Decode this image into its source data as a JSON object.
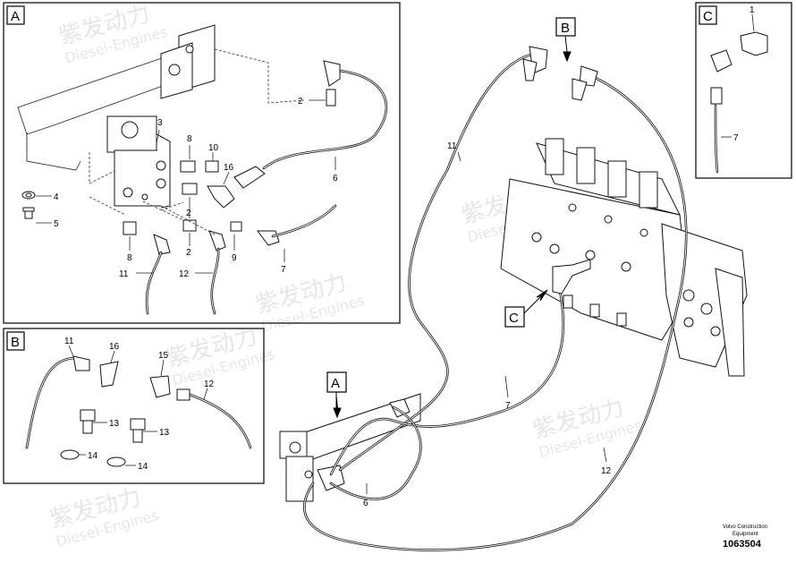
{
  "watermark": {
    "brand_cn": "紫发动力",
    "brand_en": "Diesel-Engines"
  },
  "callouts": {
    "A": "A",
    "B": "B",
    "C": "C"
  },
  "detail_a": {
    "label": "A",
    "parts": {
      "p2a": "2",
      "p3": "3",
      "p4": "4",
      "p5": "5",
      "p6": "6",
      "p7": "7",
      "p8a": "8",
      "p8b": "8",
      "p10": "10",
      "p16": "16",
      "p2b": "2",
      "p2c": "2",
      "p9": "9",
      "p11": "11",
      "p12": "12"
    }
  },
  "detail_b": {
    "label": "B",
    "parts": {
      "p11": "11",
      "p16": "16",
      "p15": "15",
      "p12": "12",
      "p13a": "13",
      "p13b": "13",
      "p14a": "14",
      "p14b": "14"
    }
  },
  "detail_c": {
    "label": "C",
    "parts": {
      "p1": "1",
      "p7": "7"
    }
  },
  "main": {
    "parts": {
      "p11": "11",
      "p7": "7",
      "p12": "12",
      "p6": "6"
    }
  },
  "footer": {
    "line1": "Volvo Construction",
    "line2": "Equipment",
    "drawing_number": "1063504"
  }
}
